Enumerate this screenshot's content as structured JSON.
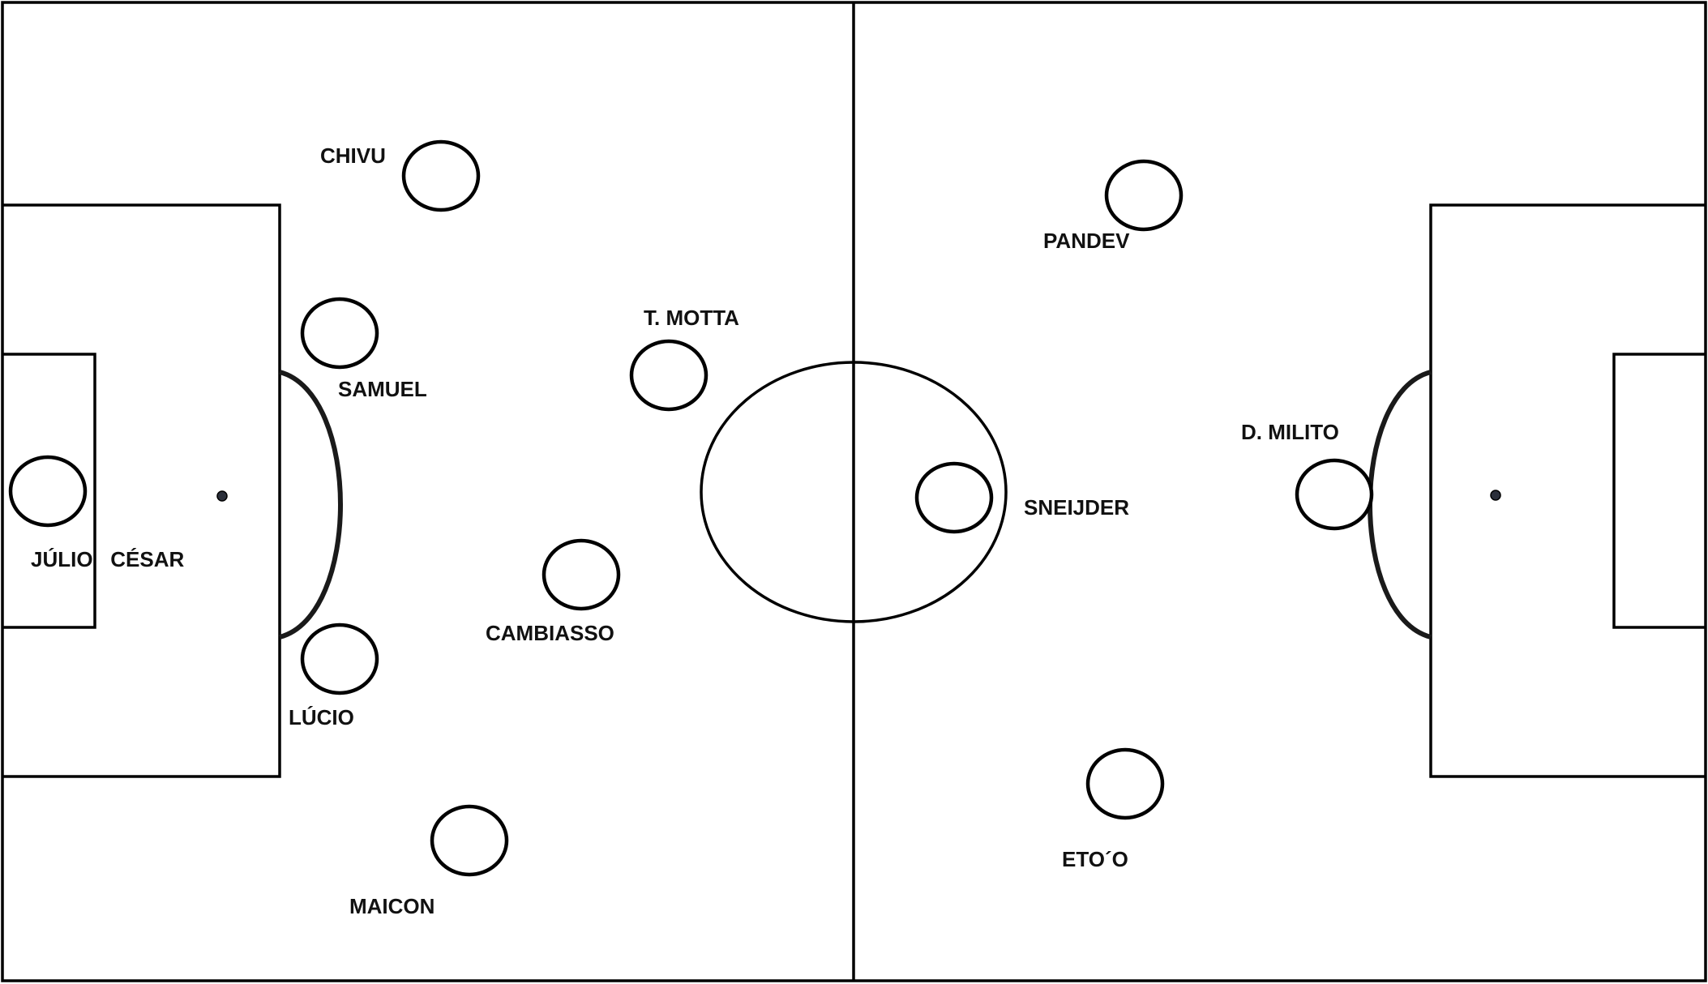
{
  "diagram": {
    "players": [
      {
        "id": "chivu",
        "name": "CHIVU"
      },
      {
        "id": "samuel",
        "name": "SAMUEL"
      },
      {
        "id": "julio-cesar",
        "name": "JÚLIO   CÉSAR"
      },
      {
        "id": "lucio",
        "name": "LÚCIO"
      },
      {
        "id": "maicon",
        "name": "MAICON"
      },
      {
        "id": "t-motta",
        "name": "T. MOTTA"
      },
      {
        "id": "cambiasso",
        "name": "CAMBIASSO"
      },
      {
        "id": "sneijder",
        "name": "SNEIJDER"
      },
      {
        "id": "pandev",
        "name": "PANDEV"
      },
      {
        "id": "d-milito",
        "name": "D. MILITO"
      },
      {
        "id": "etoo",
        "name": "ETO´O"
      }
    ]
  },
  "colors": {
    "line": "#000000",
    "background": "#ffffff"
  }
}
